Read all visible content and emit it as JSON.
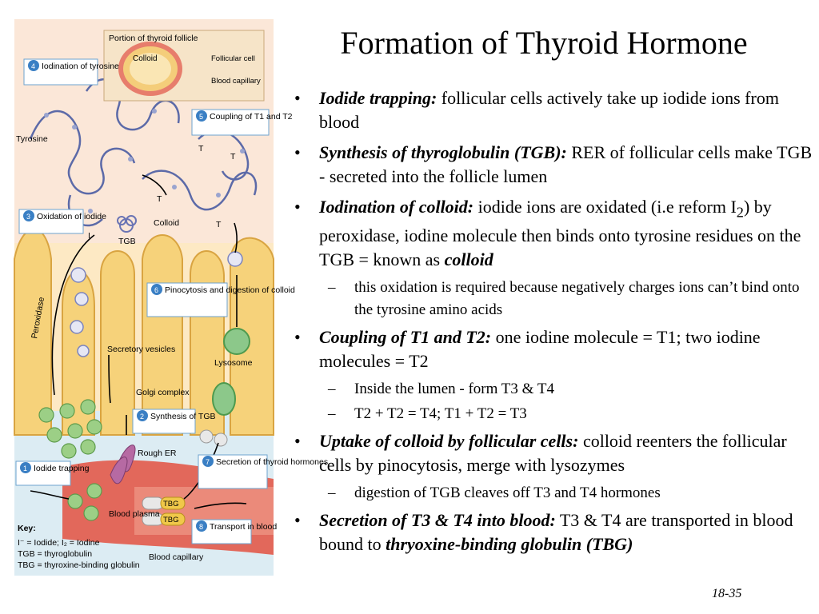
{
  "slide": {
    "title": "Formation of Thyroid Hormone",
    "page_number": "18-35"
  },
  "bullets": [
    {
      "head": "Iodide trapping:",
      "text": " follicular cells actively take up iodide ions from blood"
    },
    {
      "head": "Synthesis of thyroglobulin (TGB):",
      "text": " RER of follicular cells make TGB - secreted into the follicle lumen"
    },
    {
      "head": "Iodination of colloid:",
      "text_a": " iodide ions are oxidated (i.e reform I",
      "sub": "2",
      "text_b": ") by peroxidase, iodine molecule then binds onto tyrosine residues on the TGB = known as ",
      "tail_em": "colloid",
      "subs": [
        "this oxidation is required because negatively charges ions can’t bind onto the tyrosine amino acids"
      ]
    },
    {
      "head": "Coupling of T1 and T2:",
      "text": " one iodine molecule = T1; two iodine molecules = T2",
      "subs": [
        "Inside the lumen - form T3 & T4",
        "T2 + T2 = T4; T1 + T2 = T3"
      ]
    },
    {
      "head": "Uptake of colloid by follicular cells:",
      "text": " colloid reenters the follicular cells by pinocytosis, merge with lysozymes",
      "subs": [
        "digestion of TGB cleaves off T3 and T4 hormones"
      ]
    },
    {
      "head": "Secretion of T3 & T4 into blood:",
      "text": " T3 & T4 are transported in blood bound to ",
      "tail_em": "thryoxine-binding globulin (TBG)"
    }
  ],
  "diagram": {
    "inset": {
      "title": "Portion of thyroid follicle",
      "colloid": "Colloid",
      "follicular_cell": "Follicular cell",
      "blood_capillary": "Blood capillary"
    },
    "steps": [
      {
        "num": "1",
        "label": "Iodide trapping"
      },
      {
        "num": "2",
        "label": "Synthesis of TGB"
      },
      {
        "num": "3",
        "label": "Oxidation of iodide"
      },
      {
        "num": "4",
        "label": "Iodination of tyrosine"
      },
      {
        "num": "5",
        "label": "Coupling of T1 and T2"
      },
      {
        "num": "6",
        "label": "Pinocytosis and digestion of colloid"
      },
      {
        "num": "7",
        "label": "Secretion of thyroid hormones"
      },
      {
        "num": "8",
        "label": "Transport in blood"
      }
    ],
    "labels": {
      "tyrosine": "Tyrosine",
      "t1": "T",
      "t2": "T",
      "t4": "T",
      "t3": "T",
      "colloid": "Colloid",
      "i2": "I",
      "tgb": "TGB",
      "peroxidase": "Peroxidase",
      "secretory_vesicles": "Secretory vesicles",
      "golgi": "Golgi complex",
      "rough_er": "Rough ER",
      "lysosome": "Lysosome",
      "blood_plasma": "Blood plasma",
      "blood_capillary": "Blood capillary",
      "tbg": "TBG",
      "iodide_ion": "I⁻"
    },
    "key": {
      "title": "Key:",
      "lines": [
        "I⁻ = Iodide; I₂ = Iodine",
        "TGB = thyroglobulin",
        "TBG = thyroxine-binding globulin"
      ]
    },
    "colors": {
      "cell": "#f6d27a",
      "cell_edge": "#d9a441",
      "colloid_bg": "#fbe7d8",
      "blood": "#e25a4a",
      "badge": "#3a7fc4",
      "chain": "#5c6aa8",
      "ion": "#9ccf86"
    }
  }
}
